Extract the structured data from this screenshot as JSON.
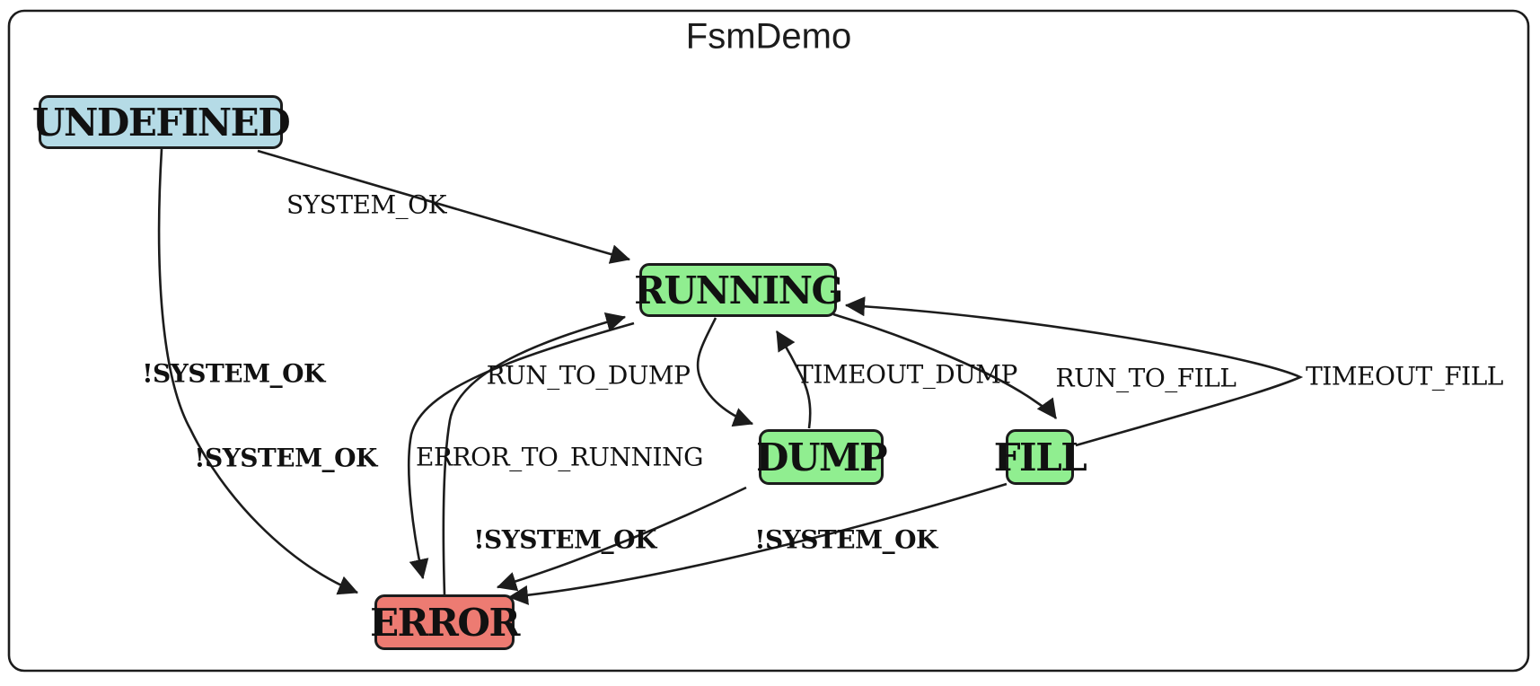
{
  "title": "FsmDemo",
  "canvas": {
    "background": "#ffffff",
    "border_color": "#1c1c1c",
    "edge_color": "#1c1c1c"
  },
  "diagram": {
    "states": [
      {
        "id": "UNDEFINED",
        "label": "UNDEFINED",
        "fill": "#b5dbe6"
      },
      {
        "id": "RUNNING",
        "label": "RUNNING",
        "fill": "#90ee90"
      },
      {
        "id": "DUMP",
        "label": "DUMP",
        "fill": "#90ee90"
      },
      {
        "id": "FILL",
        "label": "FILL",
        "fill": "#90ee90"
      },
      {
        "id": "ERROR",
        "label": "ERROR",
        "fill": "#ed7b72"
      }
    ],
    "transitions": [
      {
        "from": "UNDEFINED",
        "to": "RUNNING",
        "label": "SYSTEM_OK",
        "bold": false
      },
      {
        "from": "UNDEFINED",
        "to": "ERROR",
        "label": "!SYSTEM_OK",
        "bold": true
      },
      {
        "from": "RUNNING",
        "to": "ERROR",
        "label": "!SYSTEM_OK",
        "bold": true
      },
      {
        "from": "ERROR",
        "to": "RUNNING",
        "label": "ERROR_TO_RUNNING",
        "bold": false
      },
      {
        "from": "RUNNING",
        "to": "DUMP",
        "label": "RUN_TO_DUMP",
        "bold": false
      },
      {
        "from": "DUMP",
        "to": "RUNNING",
        "label": "TIMEOUT_DUMP",
        "bold": false
      },
      {
        "from": "RUNNING",
        "to": "FILL",
        "label": "RUN_TO_FILL",
        "bold": false
      },
      {
        "from": "FILL",
        "to": "RUNNING",
        "label": "TIMEOUT_FILL",
        "bold": false
      },
      {
        "from": "DUMP",
        "to": "ERROR",
        "label": "!SYSTEM_OK",
        "bold": true
      },
      {
        "from": "FILL",
        "to": "ERROR",
        "label": "!SYSTEM_OK",
        "bold": true
      }
    ]
  }
}
